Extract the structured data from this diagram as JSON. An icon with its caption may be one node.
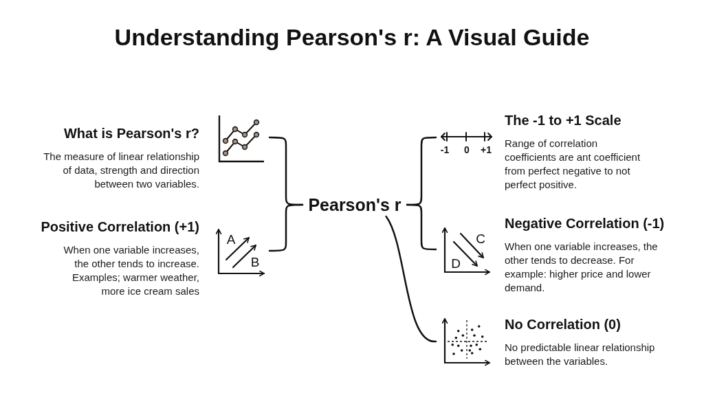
{
  "diagram": {
    "title": "Understanding Pearson's r: A Visual Guide",
    "nodes": [
      {
        "text": [
          "What is Pearson's r?",
          "The measure of linear relationship of data, strength and direction between two variables."
        ]
      },
      {
        "text": [
          "Positive Correlation (+1)",
          "When one variable increases, the other tends to increase. Examples; warmer weather, more ice cream sales"
        ]
      },
      {
        "text": [
          "Pearson's r"
        ]
      },
      {
        "text": [
          "The -1 to +1 Scale",
          "Range of correlation coefficients are ant coefficient from perfect negative to not perfect positive."
        ]
      },
      {
        "text": [
          "Negative Correlation (-1)",
          "When one variable increases, the other tends to decrease. For example: higher price and lower demand."
        ]
      },
      {
        "text": [
          "No Correlation (0)",
          "No predictable linear relationship between the variables."
        ]
      }
    ],
    "edges": [
      {
        "from": 0,
        "to": 2,
        "arrow": "none"
      },
      {
        "from": 1,
        "to": 2,
        "arrow": "none"
      },
      {
        "from": 2,
        "to": 3,
        "arrow": "none"
      },
      {
        "from": 2,
        "to": 4,
        "arrow": "none"
      },
      {
        "from": 2,
        "to": 5,
        "arrow": "none"
      }
    ],
    "labels": [
      "-1",
      "0",
      "+1",
      "A",
      "B",
      "C",
      "D"
    ]
  }
}
